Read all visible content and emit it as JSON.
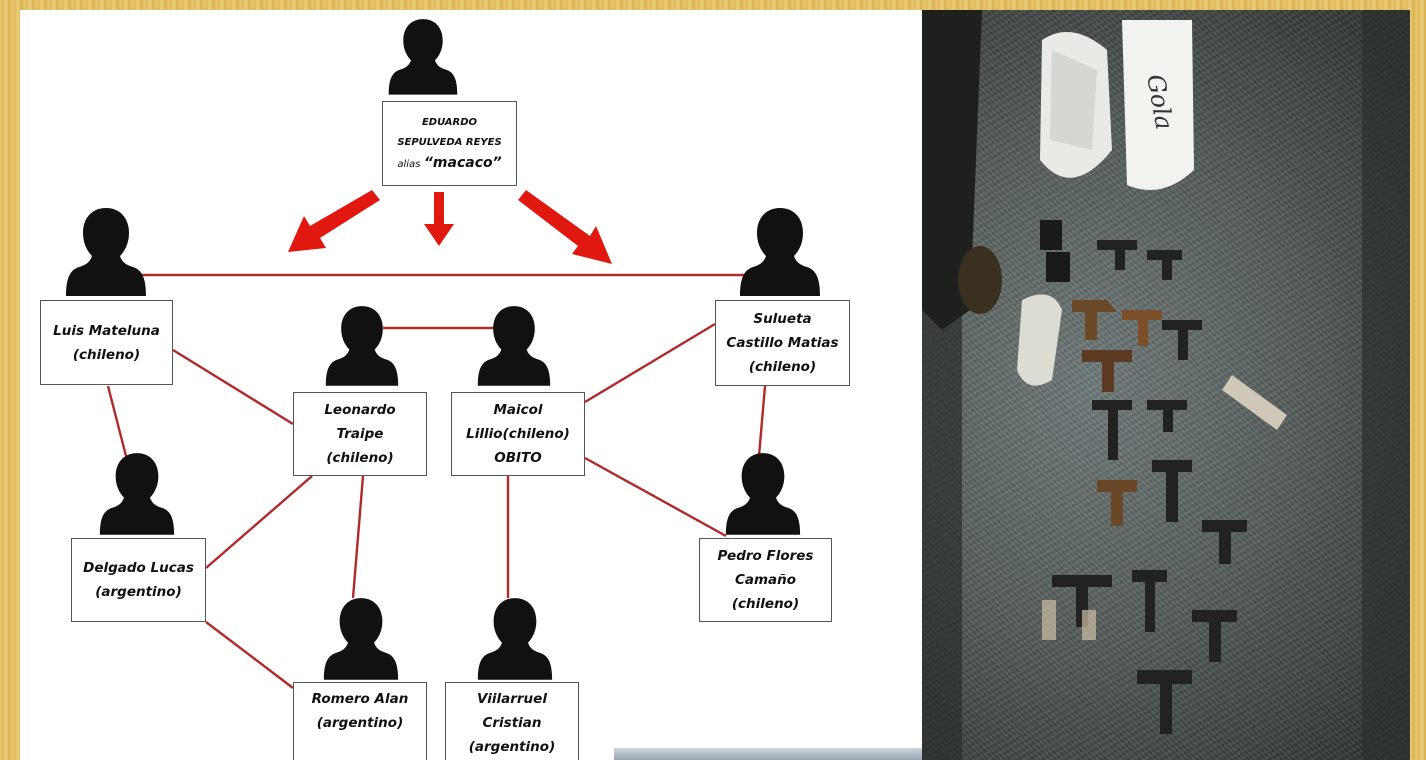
{
  "colors": {
    "link": "#b02a2a",
    "arrow": "#e01810",
    "silhouette": "#111111"
  },
  "leader": {
    "name_line1": "EDUARDO",
    "name_line2": "SEPULVEDA REYES",
    "alias_prefix": "alias",
    "alias": "“macaco”"
  },
  "members": {
    "mateluna": {
      "line1": "Luis Mateluna",
      "line2": "(chileno)"
    },
    "sulueta": {
      "line1": "Sulueta",
      "line2": "Castillo Matias",
      "line3": "(chileno)"
    },
    "traipe": {
      "line1": "Leonardo",
      "line2": "Traipe",
      "line3": "(chileno)"
    },
    "maicol": {
      "line1": "Maicol",
      "line2": "Lillio(chileno)",
      "line3": "OBITO"
    },
    "delgado": {
      "line1": "Delgado Lucas",
      "line2": "(argentino)"
    },
    "flores": {
      "line1": "Pedro Flores",
      "line2": "Camaño",
      "line3": "(chileno)"
    },
    "romero": {
      "line1": "Romero Alan",
      "line2": "(argentino)"
    },
    "villarruel": {
      "line1": "Viilarruel",
      "line2": "Cristian",
      "line3": "(argentino)"
    }
  },
  "photo": {
    "bag_text": "Gola"
  }
}
